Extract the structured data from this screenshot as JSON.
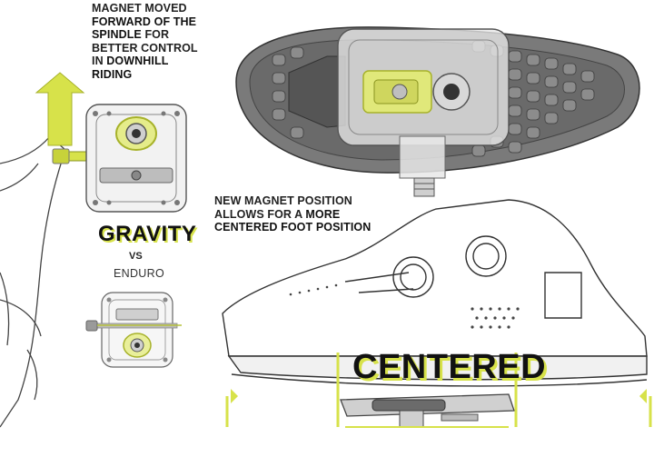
{
  "captions": {
    "magnet": {
      "l1": "MAGNET MOVED",
      "l2": "FORWARD OF THE",
      "l3": "SPINDLE",
      "l3b": " FOR",
      "l4": "BETTER CONTROL",
      "l5a": "IN ",
      "l5b": "DOWNHILL",
      "l6": "RIDING"
    },
    "new_position": {
      "l1": "NEW MAGNET POSITION",
      "l2a": "ALLOWS FOR A ",
      "l2b": "MORE",
      "l3": "CENTERED FOOT POSITION"
    }
  },
  "labels": {
    "gravity": "GRAVITY",
    "vs": "VS",
    "enduro": "ENDURO",
    "centered": "CENTERED"
  },
  "colors": {
    "accent": "#d7e24a",
    "line": "#444444",
    "sole": "#6b6b6b",
    "pedal": "#9a9a9a"
  },
  "icons": [
    "up-arrow-icon",
    "gravity-pedal-icon",
    "enduro-pedal-icon",
    "shoe-sole-icon",
    "shoe-side-icon",
    "crank-arm-icon"
  ]
}
